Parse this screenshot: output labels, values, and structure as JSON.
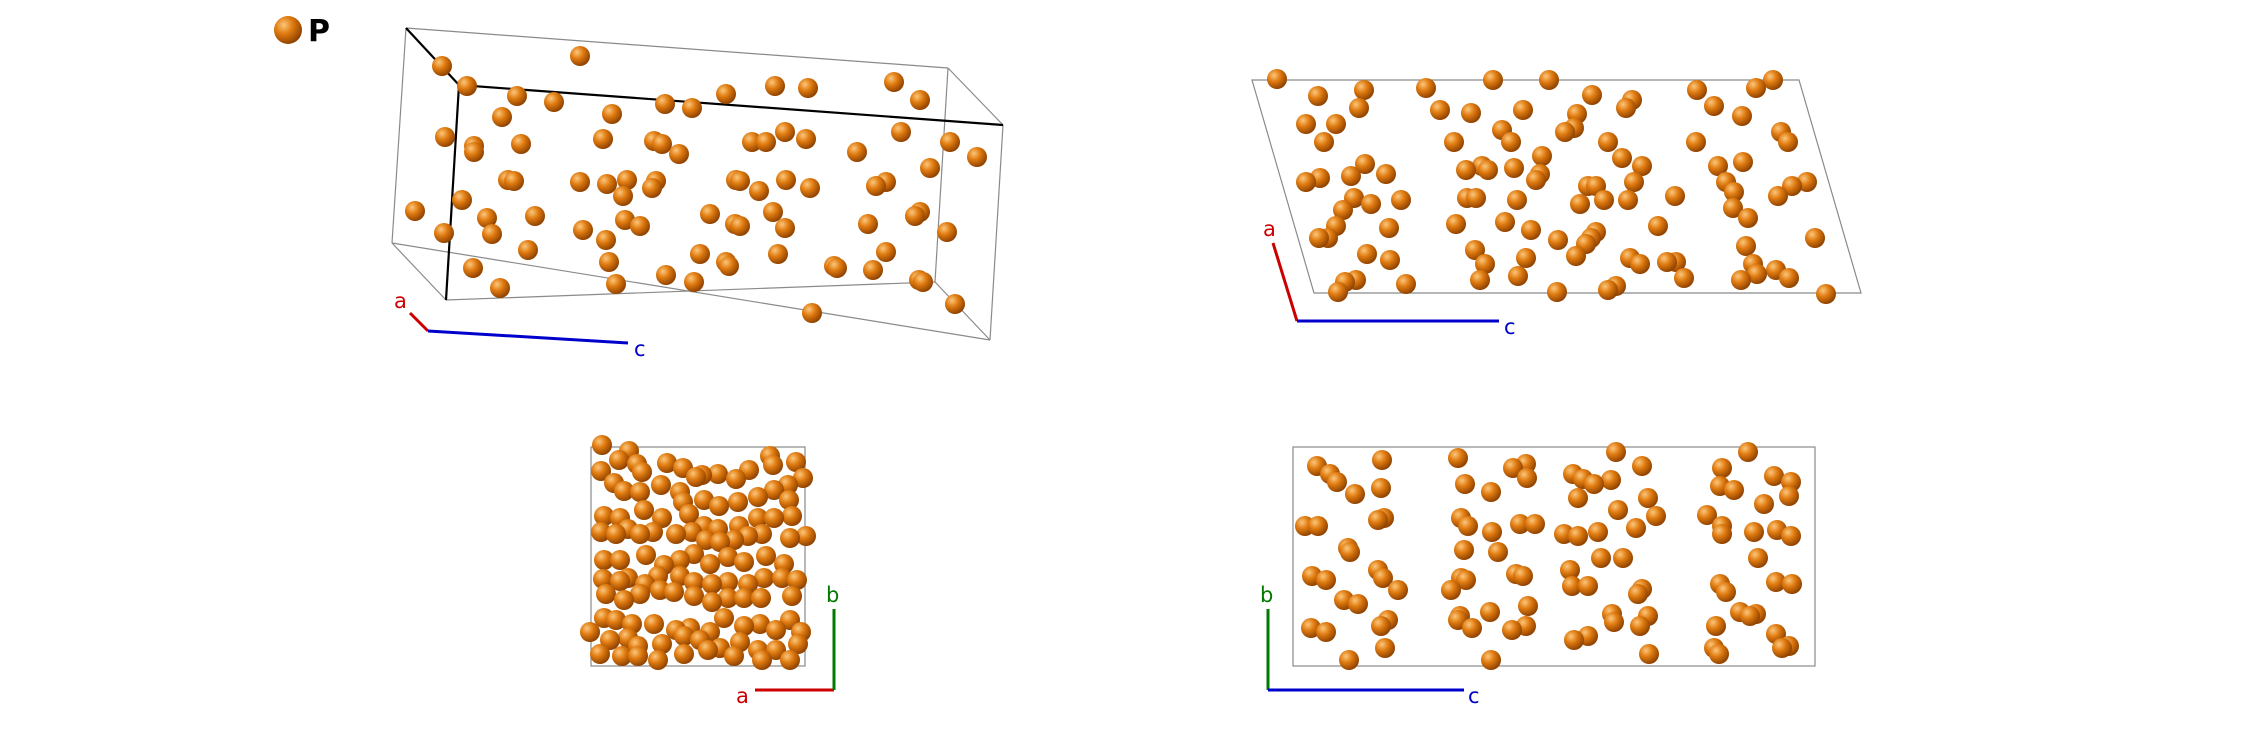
{
  "legend": {
    "element": "P",
    "atom_color": "#e07b10"
  },
  "colors": {
    "atom_fill": "#e07b10",
    "atom_highlight": "#fbc77c",
    "atom_shadow": "#8f4200",
    "cell_line": "#8a8a8a",
    "axis_edges": "#000000",
    "a_axis": "#cc0000",
    "b_axis": "#007a00",
    "c_axis": "#0000cc"
  },
  "views": [
    {
      "name": "perspective",
      "axes": [
        {
          "label": "a",
          "color": "#cc0000"
        },
        {
          "label": "c",
          "color": "#0000cc"
        }
      ]
    },
    {
      "name": "along-b",
      "axes": [
        {
          "label": "a",
          "color": "#cc0000"
        },
        {
          "label": "c",
          "color": "#0000cc"
        }
      ]
    },
    {
      "name": "along-c",
      "axes": [
        {
          "label": "a",
          "color": "#cc0000"
        },
        {
          "label": "b",
          "color": "#007a00"
        }
      ]
    },
    {
      "name": "along-a",
      "axes": [
        {
          "label": "b",
          "color": "#007a00"
        },
        {
          "label": "c",
          "color": "#0000cc"
        }
      ]
    }
  ]
}
